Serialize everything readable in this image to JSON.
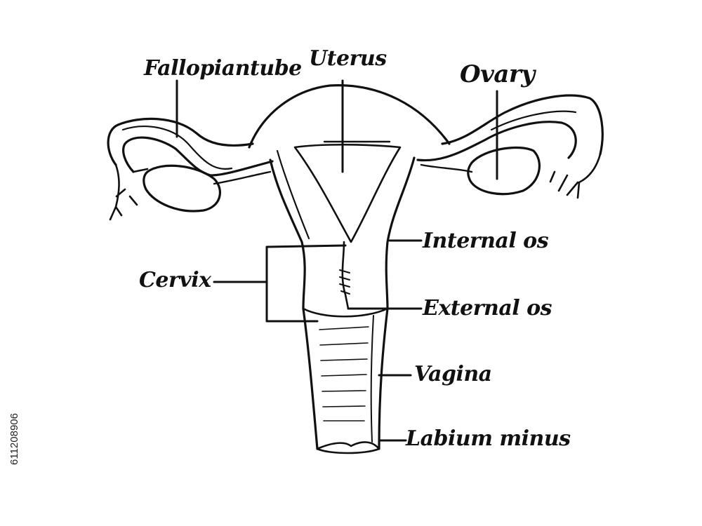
{
  "diagram": {
    "labels": {
      "fallopian_tube": "Fallopiantube",
      "uterus": "Uterus",
      "ovary": "Ovary",
      "internal_os": "Internal os",
      "cervix": "Cervix",
      "external_os": "External os",
      "vagina": "Vagina",
      "labium_minus": "Labium minus"
    },
    "stock_id": "611208906"
  },
  "colors": {
    "ink": "#111111",
    "background": "#ffffff"
  }
}
